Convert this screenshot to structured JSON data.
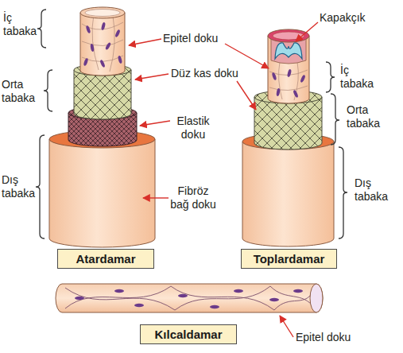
{
  "diagram": {
    "nodes": [
      {
        "text": [
          "Atardamar"
        ]
      },
      {
        "text": [
          "Toplardamar"
        ]
      },
      {
        "text": [
          "Kılcaldamar"
        ]
      }
    ],
    "labels": [
      "İç tabaka",
      "Orta tabaka",
      "Dış tabaka",
      "Epitel doku",
      "Düz kas doku",
      "Elastik doku",
      "Fibröz bağ doku",
      "Kapakçık",
      "İç tabaka",
      "Orta tabaka",
      "Dış tabaka",
      "Epitel doku"
    ]
  }
}
